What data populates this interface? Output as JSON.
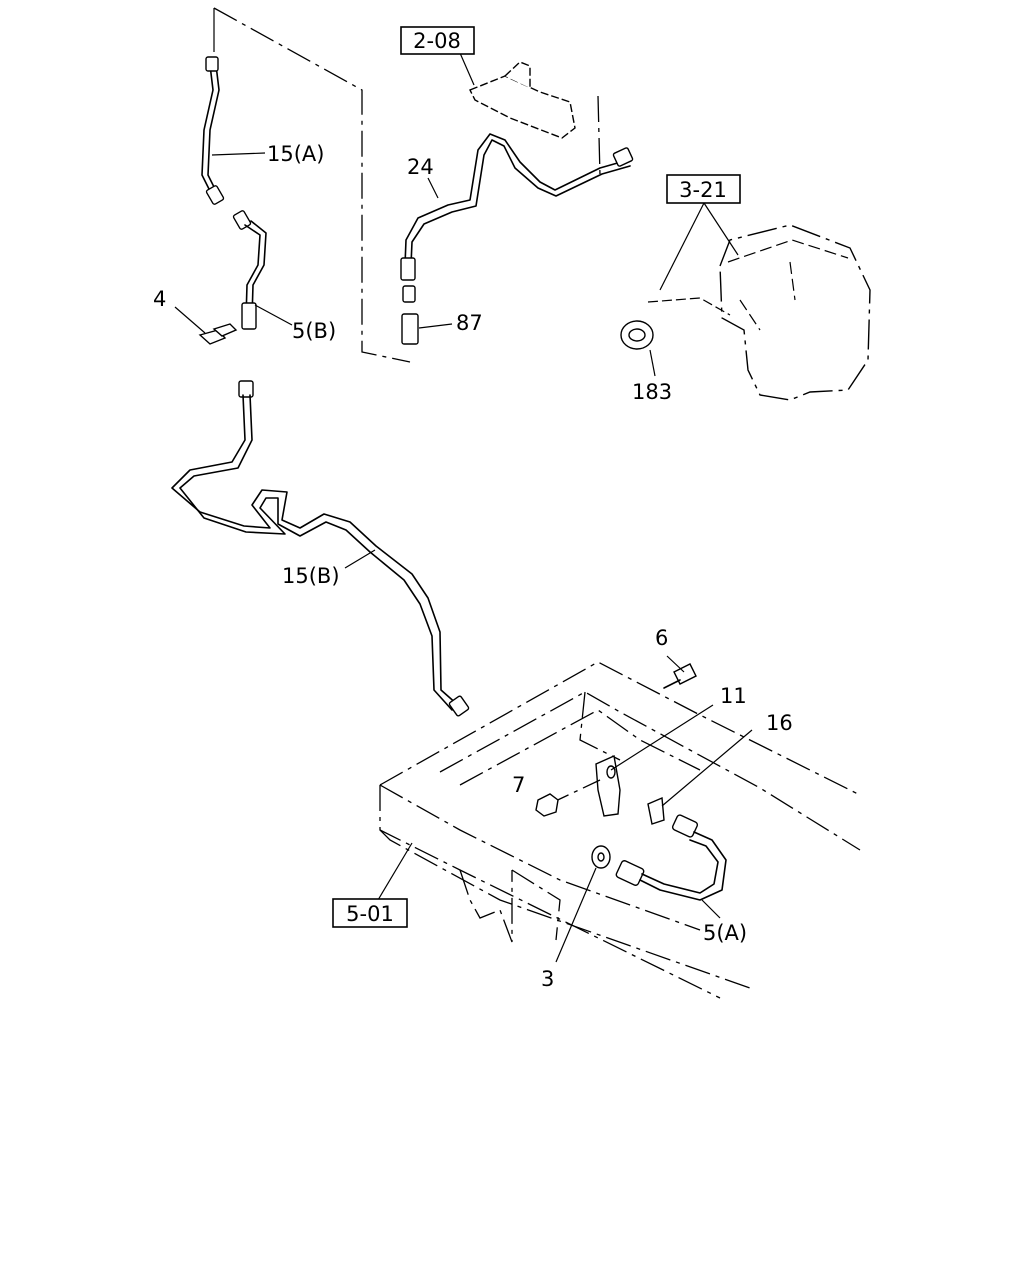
{
  "callouts": {
    "ref_2_08": "2-08",
    "ref_3_21": "3-21",
    "ref_5_01": "5-01",
    "p15a": "15(A)",
    "p24": "24",
    "p4": "4",
    "p5b": "5(B)",
    "p87": "87",
    "p183": "183",
    "p15b": "15(B)",
    "p6": "6",
    "p11": "11",
    "p16": "16",
    "p7": "7",
    "p5a": "5(A)",
    "p3": "3"
  },
  "colors": {
    "line": "#000000",
    "background": "#ffffff"
  }
}
